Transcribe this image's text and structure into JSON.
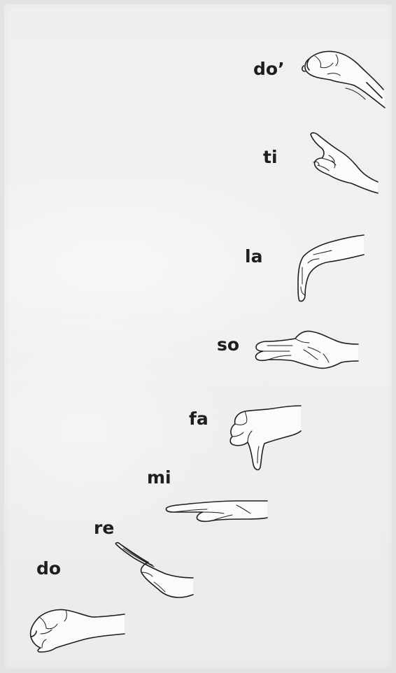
{
  "syllables": {
    "do_high": "do’",
    "ti": "ti",
    "la": "la",
    "so": "so",
    "fa": "fa",
    "mi": "mi",
    "re": "re",
    "do_low": "do"
  },
  "icons": [
    "fist-hand-icon",
    "pointing-up-hand-icon",
    "drooping-hand-icon",
    "flat-palm-hand-icon",
    "thumb-down-hand-icon",
    "flat-hand-icon",
    "angled-flat-hand-icon"
  ]
}
